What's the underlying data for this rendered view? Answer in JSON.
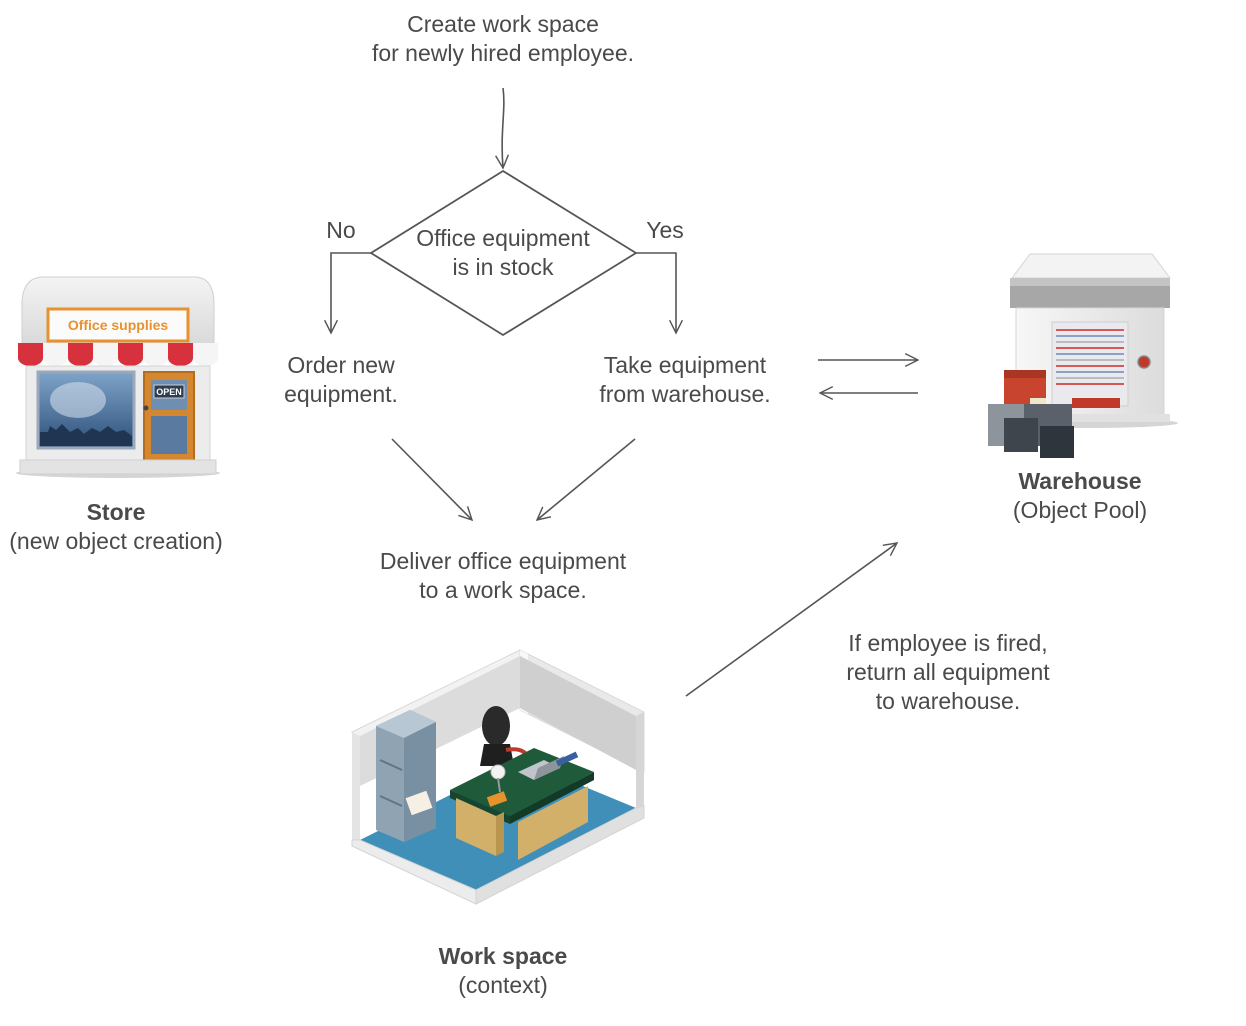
{
  "flow": {
    "start": [
      "Create work space",
      "for newly hired employee."
    ],
    "decision": [
      "Office equipment",
      "is in stock"
    ],
    "no_label": "No",
    "yes_label": "Yes",
    "order": [
      "Order new",
      "equipment."
    ],
    "take": [
      "Take equipment",
      "from warehouse."
    ],
    "deliver": [
      "Deliver office equipment",
      "to a work space."
    ],
    "return": [
      "If employee is fired,",
      "return all equipment",
      "to warehouse."
    ]
  },
  "store": {
    "title": "Store",
    "subtitle": "(new object creation)",
    "sign": "Office supplies",
    "door_sign": "OPEN"
  },
  "warehouse": {
    "title": "Warehouse",
    "subtitle": "(Object Pool)"
  },
  "workspace": {
    "title": "Work space",
    "subtitle": "(context)"
  },
  "colors": {
    "text": "#4a4a4a",
    "arrow": "#555555",
    "awning_red": "#d7313e",
    "sign_orange": "#e8922e",
    "floor_blue": "#3f8fb8",
    "desk_green": "#1f5a3a",
    "warehouse_red": "#c0392b"
  }
}
